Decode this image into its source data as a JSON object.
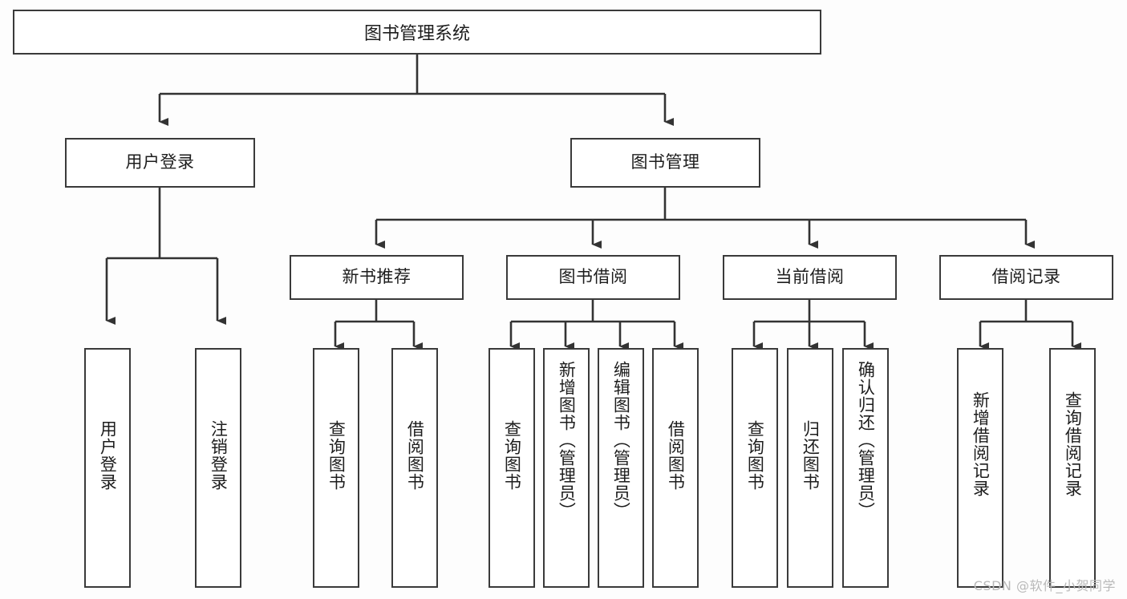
{
  "diagram": {
    "type": "tree",
    "title": "图书管理系统",
    "watermark": "CSDN @软件_小贺同学",
    "colors": {
      "background": "#fdfdfd",
      "box_fill": "#ffffff",
      "box_border": "#3a3a3a",
      "connector": "#333333",
      "text": "#1d1d1d",
      "watermark": "#b9b9b9"
    },
    "levels": [
      {
        "level": 1,
        "nodes": [
          {
            "id": "root",
            "label": "图书管理系统"
          }
        ]
      },
      {
        "level": 2,
        "nodes": [
          {
            "id": "login",
            "label": "用户登录",
            "parent": "root"
          },
          {
            "id": "bookmgmt",
            "label": "图书管理",
            "parent": "root"
          }
        ]
      },
      {
        "level": 3,
        "nodes": [
          {
            "id": "newbook",
            "label": "新书推荐",
            "parent": "bookmgmt"
          },
          {
            "id": "borrow",
            "label": "图书借阅",
            "parent": "bookmgmt"
          },
          {
            "id": "current",
            "label": "当前借阅",
            "parent": "bookmgmt"
          },
          {
            "id": "records",
            "label": "借阅记录",
            "parent": "bookmgmt"
          }
        ]
      },
      {
        "level": 4,
        "nodes": [
          {
            "id": "leaf-1",
            "label": "用户登录",
            "parent": "login"
          },
          {
            "id": "leaf-2",
            "label": "注销登录",
            "parent": "login"
          },
          {
            "id": "leaf-3",
            "label": "查询图书",
            "parent": "newbook"
          },
          {
            "id": "leaf-4",
            "label": "借阅图书",
            "parent": "newbook"
          },
          {
            "id": "leaf-5",
            "label": "查询图书",
            "parent": "borrow"
          },
          {
            "id": "leaf-6",
            "label": "新增图书（管理员）",
            "parent": "borrow"
          },
          {
            "id": "leaf-7",
            "label": "编辑图书（管理员）",
            "parent": "borrow"
          },
          {
            "id": "leaf-8",
            "label": "借阅图书",
            "parent": "borrow"
          },
          {
            "id": "leaf-9",
            "label": "查询图书",
            "parent": "current"
          },
          {
            "id": "leaf-10",
            "label": "归还图书",
            "parent": "current"
          },
          {
            "id": "leaf-11",
            "label": "确认归还（管理员）",
            "parent": "current"
          },
          {
            "id": "leaf-12",
            "label": "新增借阅记录",
            "parent": "records"
          },
          {
            "id": "leaf-13",
            "label": "查询借阅记录",
            "parent": "records"
          }
        ]
      }
    ]
  }
}
